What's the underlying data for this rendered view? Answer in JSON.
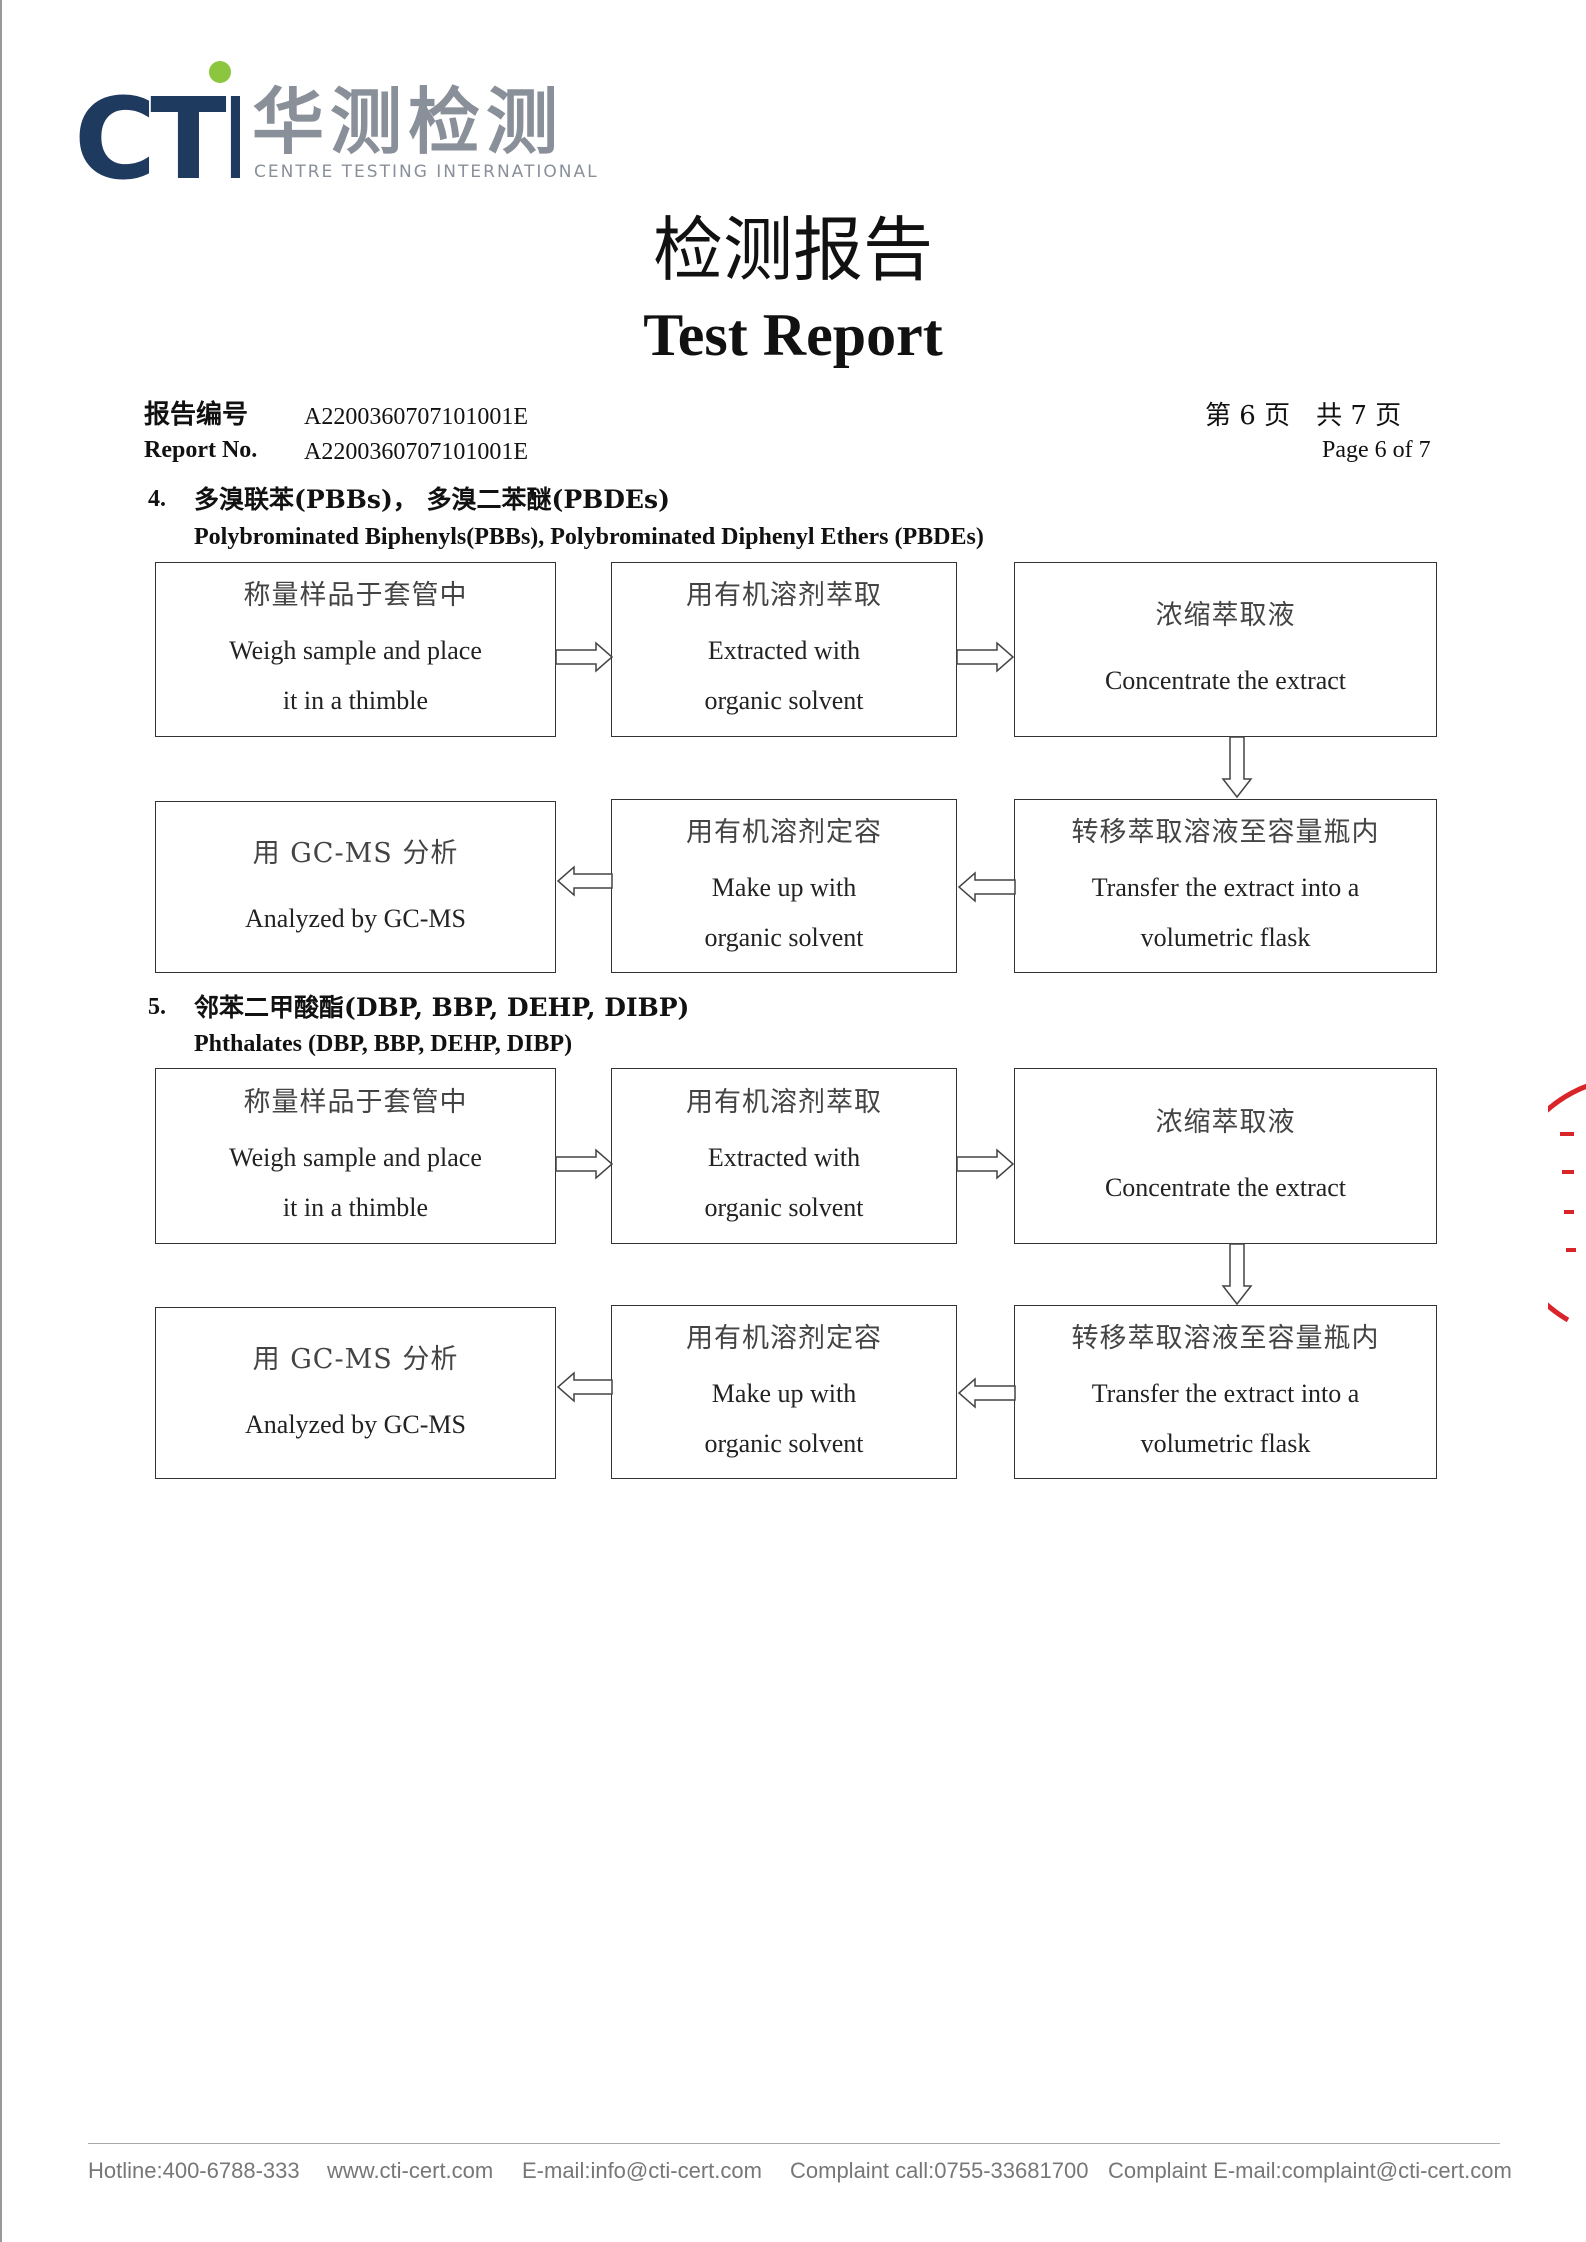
{
  "logo": {
    "mark_text": "CTi",
    "cn_text": "华测检测",
    "en_text": "CENTRE TESTING INTERNATIONAL",
    "colors": {
      "primary": "#1f3a5f",
      "accent": "#8cc63f",
      "gray": "#8a9099"
    }
  },
  "title": {
    "cn": "检测报告",
    "en": "Test Report"
  },
  "header": {
    "report_no_label_cn": "报告编号",
    "report_no_label_en": "Report No.",
    "report_no_value_1": "A2200360707101001E",
    "report_no_value_2": "A2200360707101001E",
    "page_cn": "第 6 页　共 7 页",
    "page_en": "Page 6 of 7"
  },
  "sections": [
    {
      "number": "4.",
      "title_cn": "多溴联苯(PBBs)，  多溴二苯醚(PBDEs)",
      "title_en": "Polybrominated Biphenyls(PBBs), Polybrominated Diphenyl Ethers (PBDEs)",
      "steps": [
        {
          "cn": "称量样品于套管中",
          "en": [
            "Weigh sample and place",
            "it in a thimble"
          ]
        },
        {
          "cn": "用有机溶剂萃取",
          "en": [
            "Extracted with",
            "organic solvent"
          ]
        },
        {
          "cn": "浓缩萃取液",
          "en": [
            "Concentrate the extract"
          ]
        },
        {
          "cn": "转移萃取溶液至容量瓶内",
          "en": [
            "Transfer the extract into a",
            "volumetric flask"
          ]
        },
        {
          "cn": "用有机溶剂定容",
          "en": [
            "Make up with",
            "organic solvent"
          ]
        },
        {
          "cn": "用 GC-MS 分析",
          "en": [
            "Analyzed by GC-MS"
          ]
        }
      ]
    },
    {
      "number": "5.",
      "title_cn": "邻苯二甲酸酯(DBP, BBP, DEHP, DIBP)",
      "title_en": "Phthalates (DBP, BBP, DEHP, DIBP)",
      "steps": [
        {
          "cn": "称量样品于套管中",
          "en": [
            "Weigh sample and place",
            "it in a thimble"
          ]
        },
        {
          "cn": "用有机溶剂萃取",
          "en": [
            "Extracted with",
            "organic solvent"
          ]
        },
        {
          "cn": "浓缩萃取液",
          "en": [
            "Concentrate the extract"
          ]
        },
        {
          "cn": "转移萃取溶液至容量瓶内",
          "en": [
            "Transfer the extract into a",
            "volumetric flask"
          ]
        },
        {
          "cn": "用有机溶剂定容",
          "en": [
            "Make up with",
            "organic solvent"
          ]
        },
        {
          "cn": "用 GC-MS 分析",
          "en": [
            "Analyzed by GC-MS"
          ]
        }
      ]
    }
  ],
  "stamp": {
    "color": "#d9252a"
  },
  "footer": {
    "hotline": "Hotline:400-6788-333",
    "website": "www.cti-cert.com",
    "email": "E-mail:info@cti-cert.com",
    "complaint_call": "Complaint call:0755-33681700",
    "complaint_email": "Complaint E-mail:complaint@cti-cert.com"
  }
}
